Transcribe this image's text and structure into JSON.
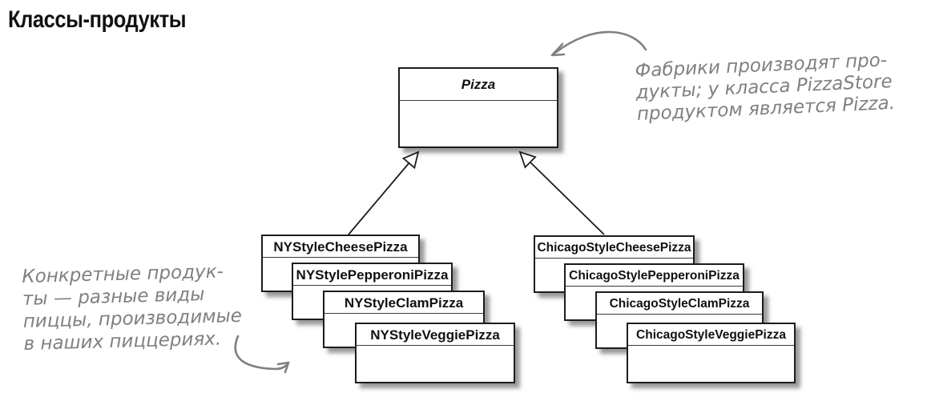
{
  "page": {
    "title": "Классы-продукты"
  },
  "colors": {
    "annotation_gray": "#808080",
    "line_black": "#1c1c1c",
    "box_fill": "#ffffff"
  },
  "uml": {
    "parent": {
      "name": "Pizza"
    },
    "ny_stack": [
      "NYStyleCheesePizza",
      "NYStylePepperoniPizza",
      "NYStyleClamPizza",
      "NYStyleVeggiePizza"
    ],
    "chicago_stack": [
      "ChicagoStyleCheesePizza",
      "ChicagoStylePepperoniPizza",
      "ChicagoStyleClamPizza",
      "ChicagoStyleVeggiePizza"
    ]
  },
  "annotations": {
    "factory_note": {
      "lines": [
        "Фабрики производят про-",
        "дукты; у класса PizzaStore",
        "продуктом является Pizza."
      ]
    },
    "products_note": {
      "lines": [
        "Конкретные продук-",
        "ты — разные виды",
        "пиццы, производимые",
        "в наших пиццериях."
      ]
    }
  }
}
